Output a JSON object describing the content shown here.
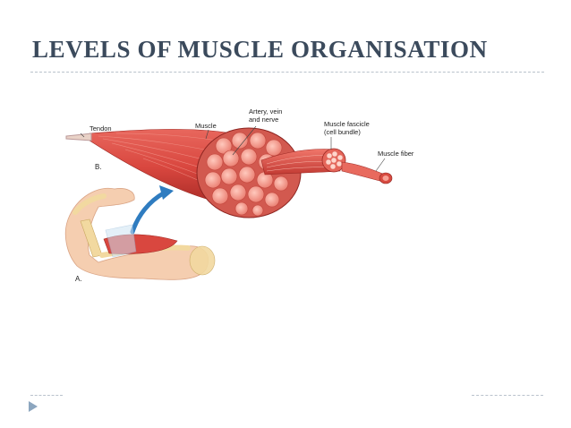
{
  "slide": {
    "title": "LEVELS OF MUSCLE ORGANISATION"
  },
  "figure": {
    "labels": {
      "tendon": "Tendon",
      "muscle": "Muscle",
      "artery_line1": "Artery, vein",
      "artery_line2": "and nerve",
      "fascicle_line1": "Muscle fascicle",
      "fascicle_line2": "(cell bundle)",
      "fiber": "Muscle fiber"
    },
    "panel_letters": {
      "b": "B.",
      "a": "A."
    }
  },
  "colors": {
    "title": "#3b4a5c",
    "muscle_red": "#d9473f",
    "muscle_dark": "#b8302b",
    "fascicle_pink": "#ef8b7f",
    "bone": "#f2d9a0",
    "skin": "#f4c9a8",
    "arrow_blue": "#2f7cc0",
    "nav_arrow": "#8ca6bf"
  },
  "icons": {
    "nav": "triangle-right-icon"
  }
}
